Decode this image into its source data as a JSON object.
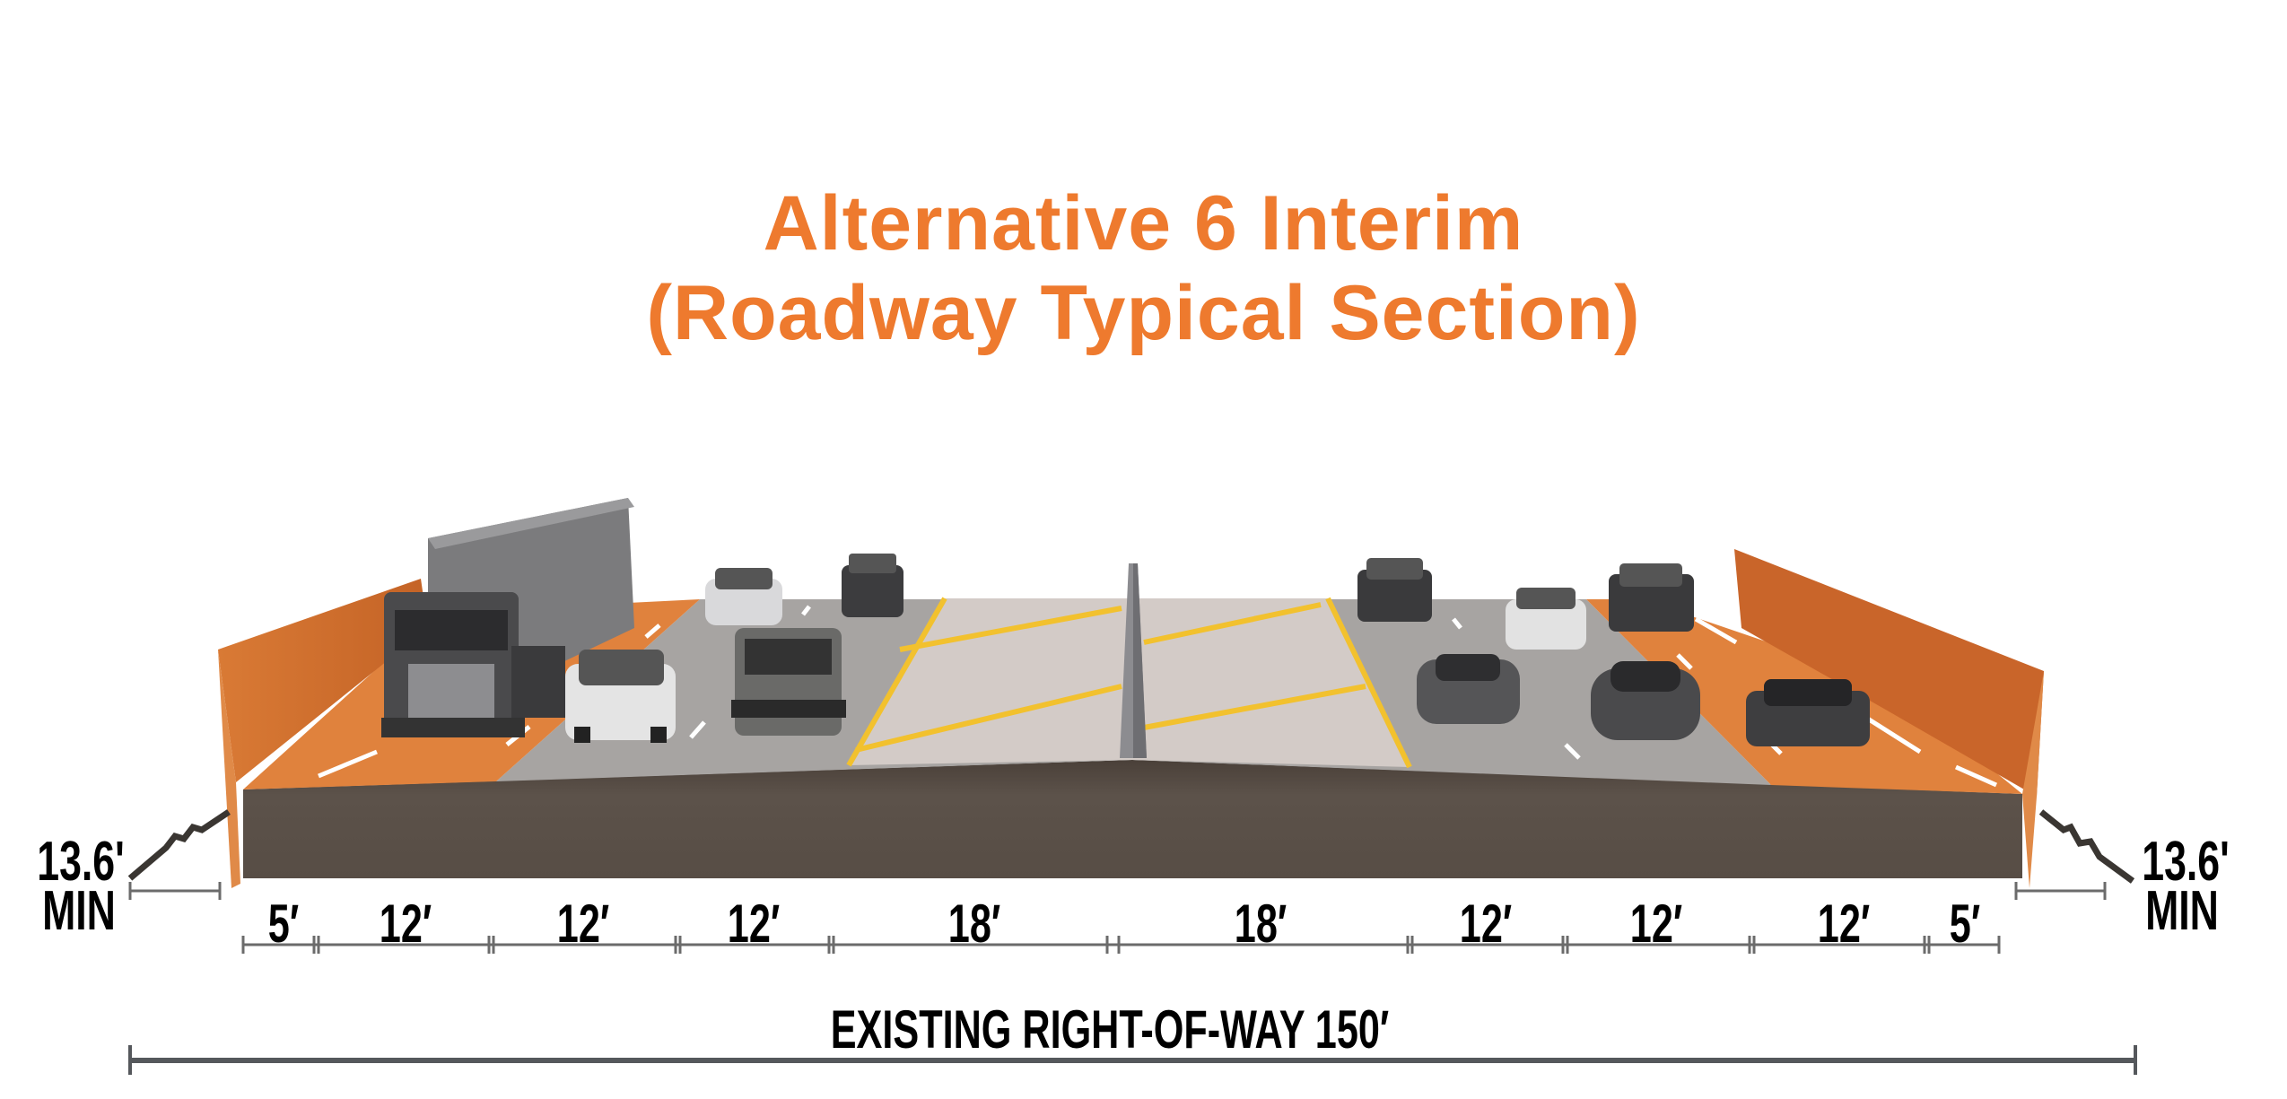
{
  "title": {
    "line1": "Alternative 6 Interim",
    "line2": "(Roadway Typical Section)",
    "color": "#ee7a2e"
  },
  "dimensions": {
    "lanes": [
      "5′",
      "12′",
      "12′",
      "12′",
      "18′",
      "18′",
      "12′",
      "12′",
      "12′",
      "5′"
    ],
    "left_clearance": {
      "value": "13.6'",
      "label": "MIN"
    },
    "right_clearance": {
      "value": "13.6'",
      "label": "MIN"
    },
    "right_of_way": "EXISTING RIGHT-OF-WAY 150′"
  },
  "colors": {
    "shoulder": "#e0823d",
    "wall": "#cf6a2a",
    "lane": "#a7a4a2",
    "median": "#d3cbc7",
    "base": "#5a5048",
    "stripe": "#f2c12e"
  }
}
